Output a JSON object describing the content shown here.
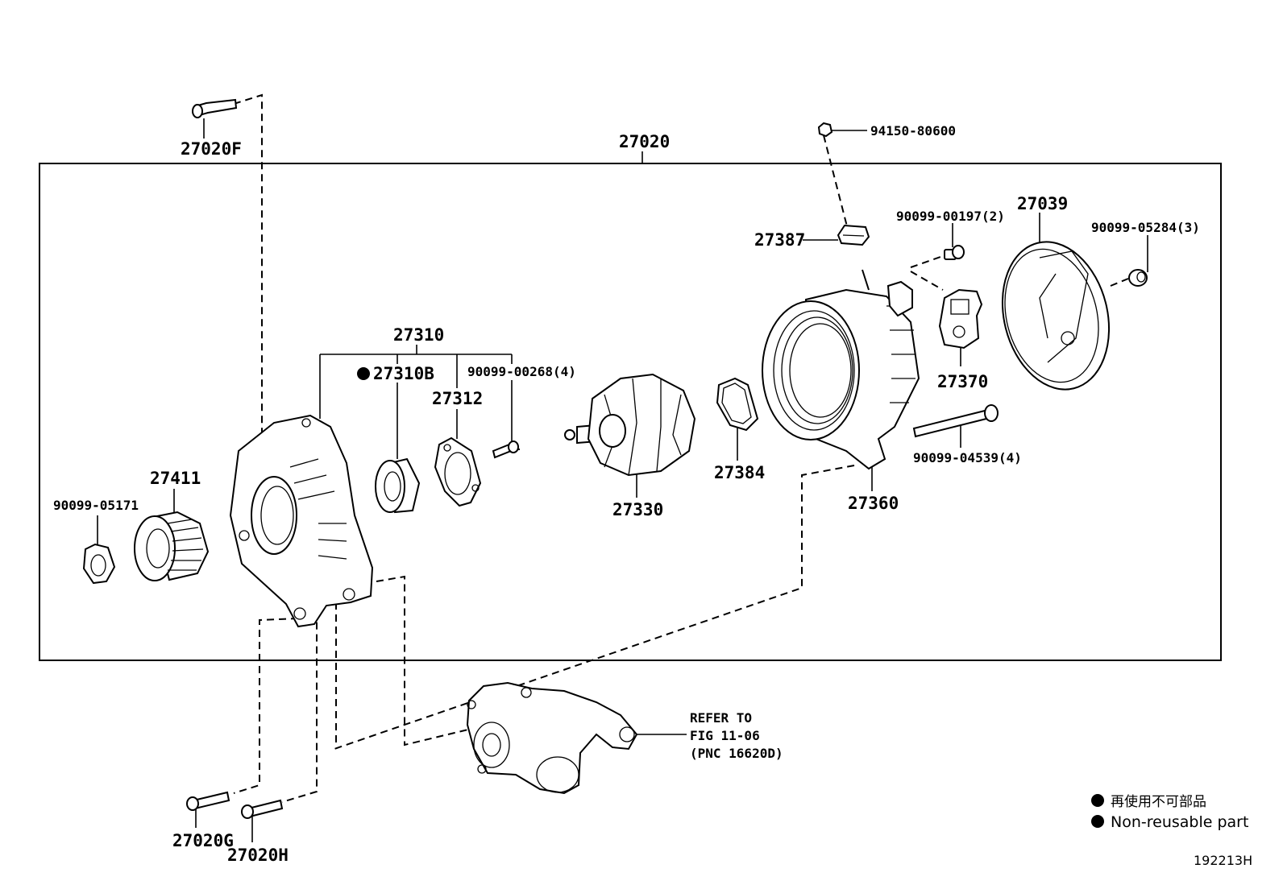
{
  "labels": {
    "p27020F": "27020F",
    "p27020": "27020",
    "p94150": "94150-80600",
    "p27387": "27387",
    "p90099_00197": "90099-00197(2)",
    "p27039": "27039",
    "p90099_05284": "90099-05284(3)",
    "p27310": "27310",
    "p27310B": "27310B",
    "p27312": "27312",
    "p90099_00268": "90099-00268(4)",
    "p27370": "27370",
    "p27384": "27384",
    "p90099_04539": "90099-04539(4)",
    "p27330": "27330",
    "p27360": "27360",
    "p27411": "27411",
    "p90099_05171": "90099-05171",
    "p27020G": "27020G",
    "p27020H": "27020H"
  },
  "refer": {
    "line1": "REFER TO",
    "line2": "FIG 11-06",
    "line3": "(PNC 16620D)"
  },
  "legend": {
    "japanese": "再使用不可部品",
    "english": "Non-reusable part"
  },
  "figure_number": "192213H"
}
